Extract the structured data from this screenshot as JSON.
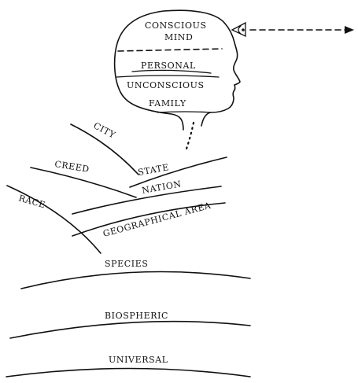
{
  "labels": {
    "conscious": "CONSCIOUS",
    "mind": "MIND",
    "personal": "PERSONAL",
    "unconscious": "UNCONSCIOUS",
    "family": "FAMILY",
    "city": "CITY",
    "creed": "CREED",
    "state": "STATE",
    "race": "RACE",
    "nation": "NATION",
    "geographical_area": "GEOGRAPHICAL AREA",
    "species": "SPECIES",
    "biospheric": "BIOSPHERIC",
    "universal": "UNIVERSAL"
  }
}
